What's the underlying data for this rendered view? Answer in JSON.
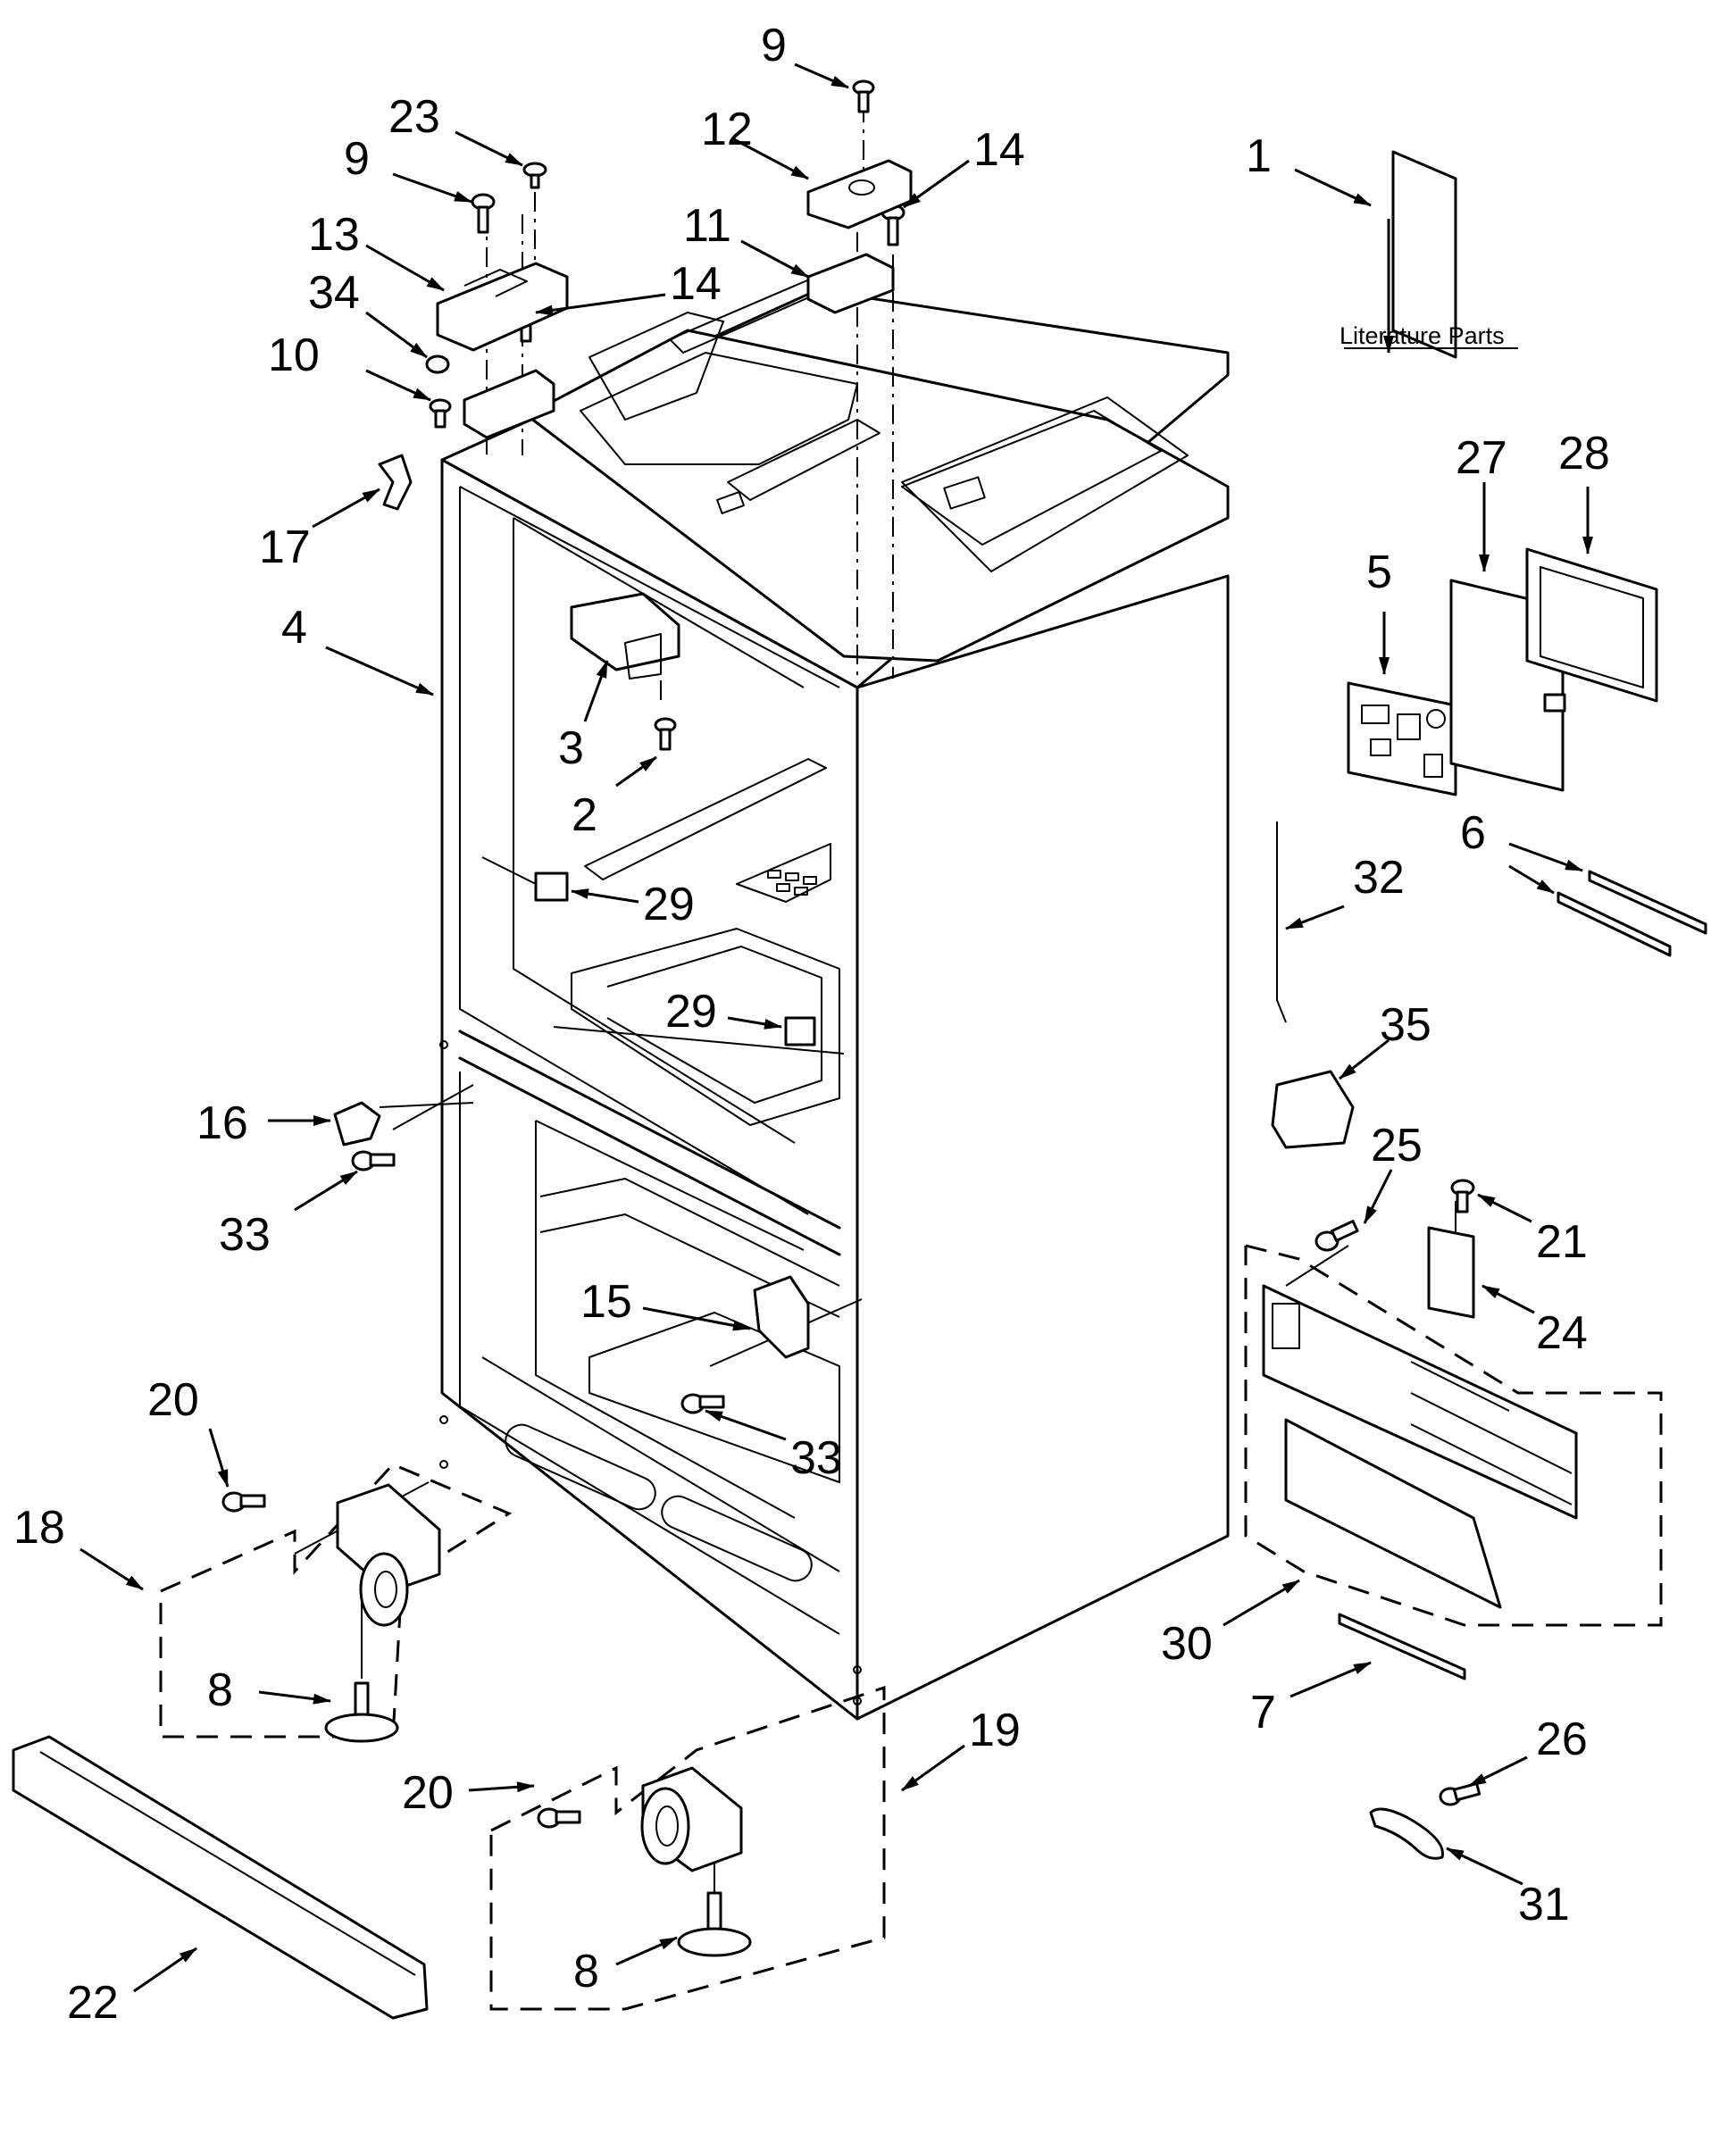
{
  "literature_caption": "Literature Parts",
  "callouts": [
    {
      "id": "c1",
      "text": "1"
    },
    {
      "id": "c2",
      "text": "2"
    },
    {
      "id": "c3",
      "text": "3"
    },
    {
      "id": "c4",
      "text": "4"
    },
    {
      "id": "c5",
      "text": "5"
    },
    {
      "id": "c6",
      "text": "6"
    },
    {
      "id": "c7",
      "text": "7"
    },
    {
      "id": "c8a",
      "text": "8"
    },
    {
      "id": "c8b",
      "text": "8"
    },
    {
      "id": "c9a",
      "text": "9"
    },
    {
      "id": "c9b",
      "text": "9"
    },
    {
      "id": "c10",
      "text": "10"
    },
    {
      "id": "c11",
      "text": "11"
    },
    {
      "id": "c12",
      "text": "12"
    },
    {
      "id": "c13",
      "text": "13"
    },
    {
      "id": "c14a",
      "text": "14"
    },
    {
      "id": "c14b",
      "text": "14"
    },
    {
      "id": "c15",
      "text": "15"
    },
    {
      "id": "c16",
      "text": "16"
    },
    {
      "id": "c17",
      "text": "17"
    },
    {
      "id": "c18",
      "text": "18"
    },
    {
      "id": "c19",
      "text": "19"
    },
    {
      "id": "c20a",
      "text": "20"
    },
    {
      "id": "c20b",
      "text": "20"
    },
    {
      "id": "c21",
      "text": "21"
    },
    {
      "id": "c22",
      "text": "22"
    },
    {
      "id": "c23",
      "text": "23"
    },
    {
      "id": "c24",
      "text": "24"
    },
    {
      "id": "c25",
      "text": "25"
    },
    {
      "id": "c26",
      "text": "26"
    },
    {
      "id": "c27",
      "text": "27"
    },
    {
      "id": "c28",
      "text": "28"
    },
    {
      "id": "c29a",
      "text": "29"
    },
    {
      "id": "c29b",
      "text": "29"
    },
    {
      "id": "c30",
      "text": "30"
    },
    {
      "id": "c31",
      "text": "31"
    },
    {
      "id": "c32",
      "text": "32"
    },
    {
      "id": "c33a",
      "text": "33"
    },
    {
      "id": "c33b",
      "text": "33"
    },
    {
      "id": "c34",
      "text": "34"
    },
    {
      "id": "c35",
      "text": "35"
    }
  ]
}
